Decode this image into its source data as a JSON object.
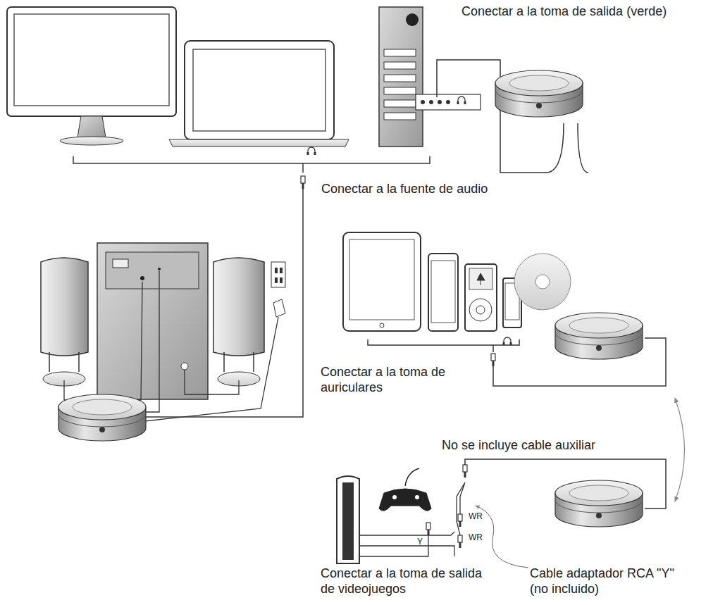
{
  "diagram": {
    "labels": [
      "Conectar a la toma de salida (verde)",
      "Conectar a la fuente de audio",
      "Conectar a la toma de auriculares",
      "No se incluye cable auxiliar",
      "WR",
      "WR",
      "Y",
      "Conectar a la toma de salida de videojuegos",
      "Cable adaptador RCA \"Y\" (no incluido)"
    ]
  }
}
